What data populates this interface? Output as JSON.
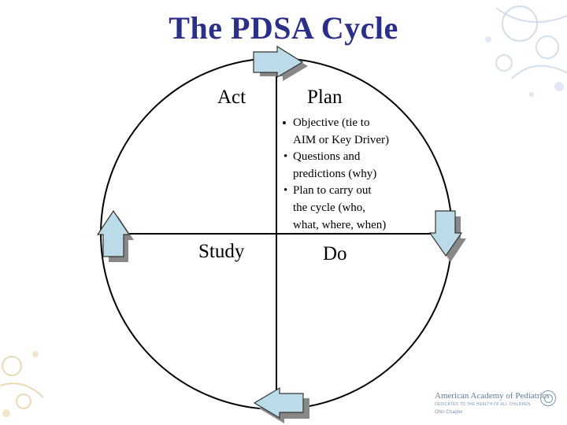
{
  "slide": {
    "title": "The PDSA Cycle",
    "accent_color": "#2b2f88",
    "arrow_fill": "#bcdbe8",
    "arrow_stroke": "#333333"
  },
  "quadrants": {
    "act": "Act",
    "plan": "Plan",
    "study": "Study",
    "do": "Do"
  },
  "plan_bullets": [
    [
      "Objective (tie to",
      "AIM or Key Driver)"
    ],
    [
      "Questions and",
      "predictions (why)"
    ],
    [
      "Plan to carry out",
      "the cycle (who,",
      "what, where, when)"
    ]
  ],
  "footer": {
    "org_name": "American Academy of Pediatrics",
    "tagline": "DEDICATED TO THE HEALTH OF ALL CHILDREN",
    "chapter": "Ohio Chapter"
  }
}
